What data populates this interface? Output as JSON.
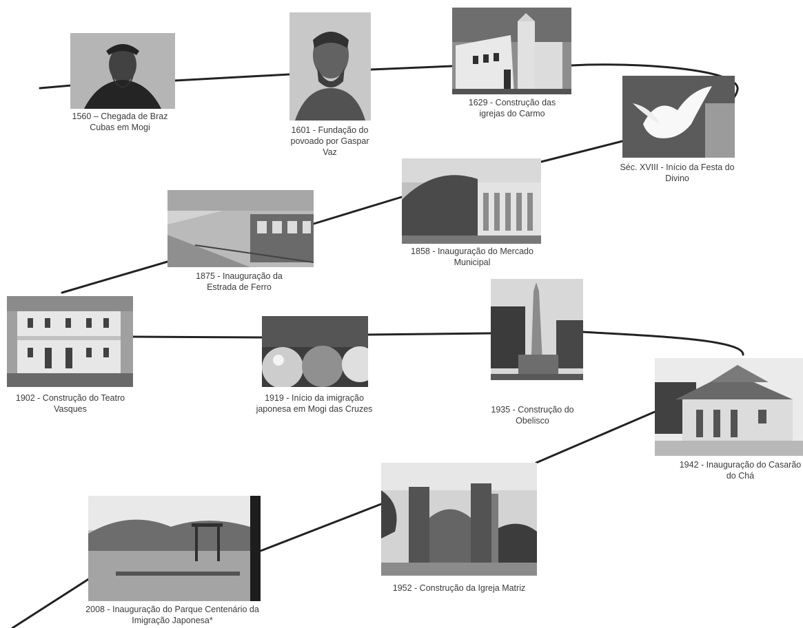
{
  "events": [
    {
      "caption": "1560 – Chegada de Braz Cubas em Mogi",
      "image": "portrait-braz-cubas"
    },
    {
      "caption": "1601 - Fundação do povoado por Gaspar Vaz",
      "image": "portrait-gaspar-vaz"
    },
    {
      "caption": "1629 - Construção das igrejas do Carmo",
      "image": "igrejas-do-carmo"
    },
    {
      "caption": "Séc. XVIII - Início da Festa do Divino",
      "image": "dove-festa-do-divino"
    },
    {
      "caption": "1858 - Inauguração do Mercado Municipal",
      "image": "mercado-municipal"
    },
    {
      "caption": "1875 - Inauguração da Estrada de Ferro",
      "image": "train-station"
    },
    {
      "caption": "1902 - Construção do Teatro Vasques",
      "image": "teatro-vasques"
    },
    {
      "caption": "1919 - Início da imigração japonesa em Mogi das Cruzes",
      "image": "persimmons"
    },
    {
      "caption": "1935 - Construção do Obelisco",
      "image": "obelisco"
    },
    {
      "caption": "1942 - Inauguração do Casarão do Chá",
      "image": "casarao-do-cha"
    },
    {
      "caption": "1952 - Construção da Igreja Matriz",
      "image": "igreja-matriz"
    },
    {
      "caption": "2008 - Inauguração do Parque Centenário da Imigração Japonesa*",
      "image": "parque-centenario"
    }
  ]
}
